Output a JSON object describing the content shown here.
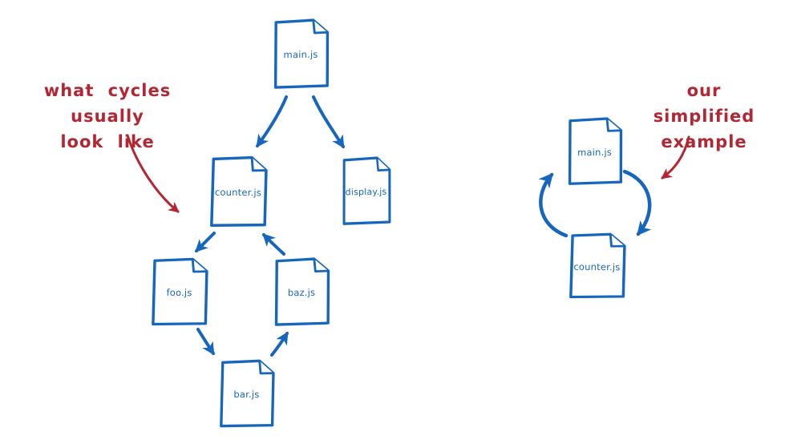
{
  "colors": {
    "node_blue": "#1766bd",
    "annotation_red": "#b22733",
    "paper_fill": "#ffffff"
  },
  "left_diagram": {
    "annotation": {
      "line1": "what cycles usually",
      "line2": "look like"
    },
    "nodes": [
      {
        "id": "main",
        "label": "main.js"
      },
      {
        "id": "counter",
        "label": "counter.js"
      },
      {
        "id": "display",
        "label": "display.js"
      },
      {
        "id": "foo",
        "label": "foo.js"
      },
      {
        "id": "baz",
        "label": "baz.js"
      },
      {
        "id": "bar",
        "label": "bar.js"
      }
    ],
    "edges": [
      {
        "from": "main.js",
        "to": "counter.js"
      },
      {
        "from": "main.js",
        "to": "display.js"
      },
      {
        "from": "counter.js",
        "to": "foo.js"
      },
      {
        "from": "baz.js",
        "to": "counter.js"
      },
      {
        "from": "foo.js",
        "to": "bar.js"
      },
      {
        "from": "bar.js",
        "to": "baz.js"
      }
    ]
  },
  "right_diagram": {
    "annotation": {
      "line1": "our simplified",
      "line2": "example"
    },
    "nodes": [
      {
        "id": "main",
        "label": "main.js"
      },
      {
        "id": "counter",
        "label": "counter.js"
      }
    ],
    "edges": [
      {
        "from": "main.js",
        "to": "counter.js"
      },
      {
        "from": "counter.js",
        "to": "main.js"
      }
    ]
  }
}
